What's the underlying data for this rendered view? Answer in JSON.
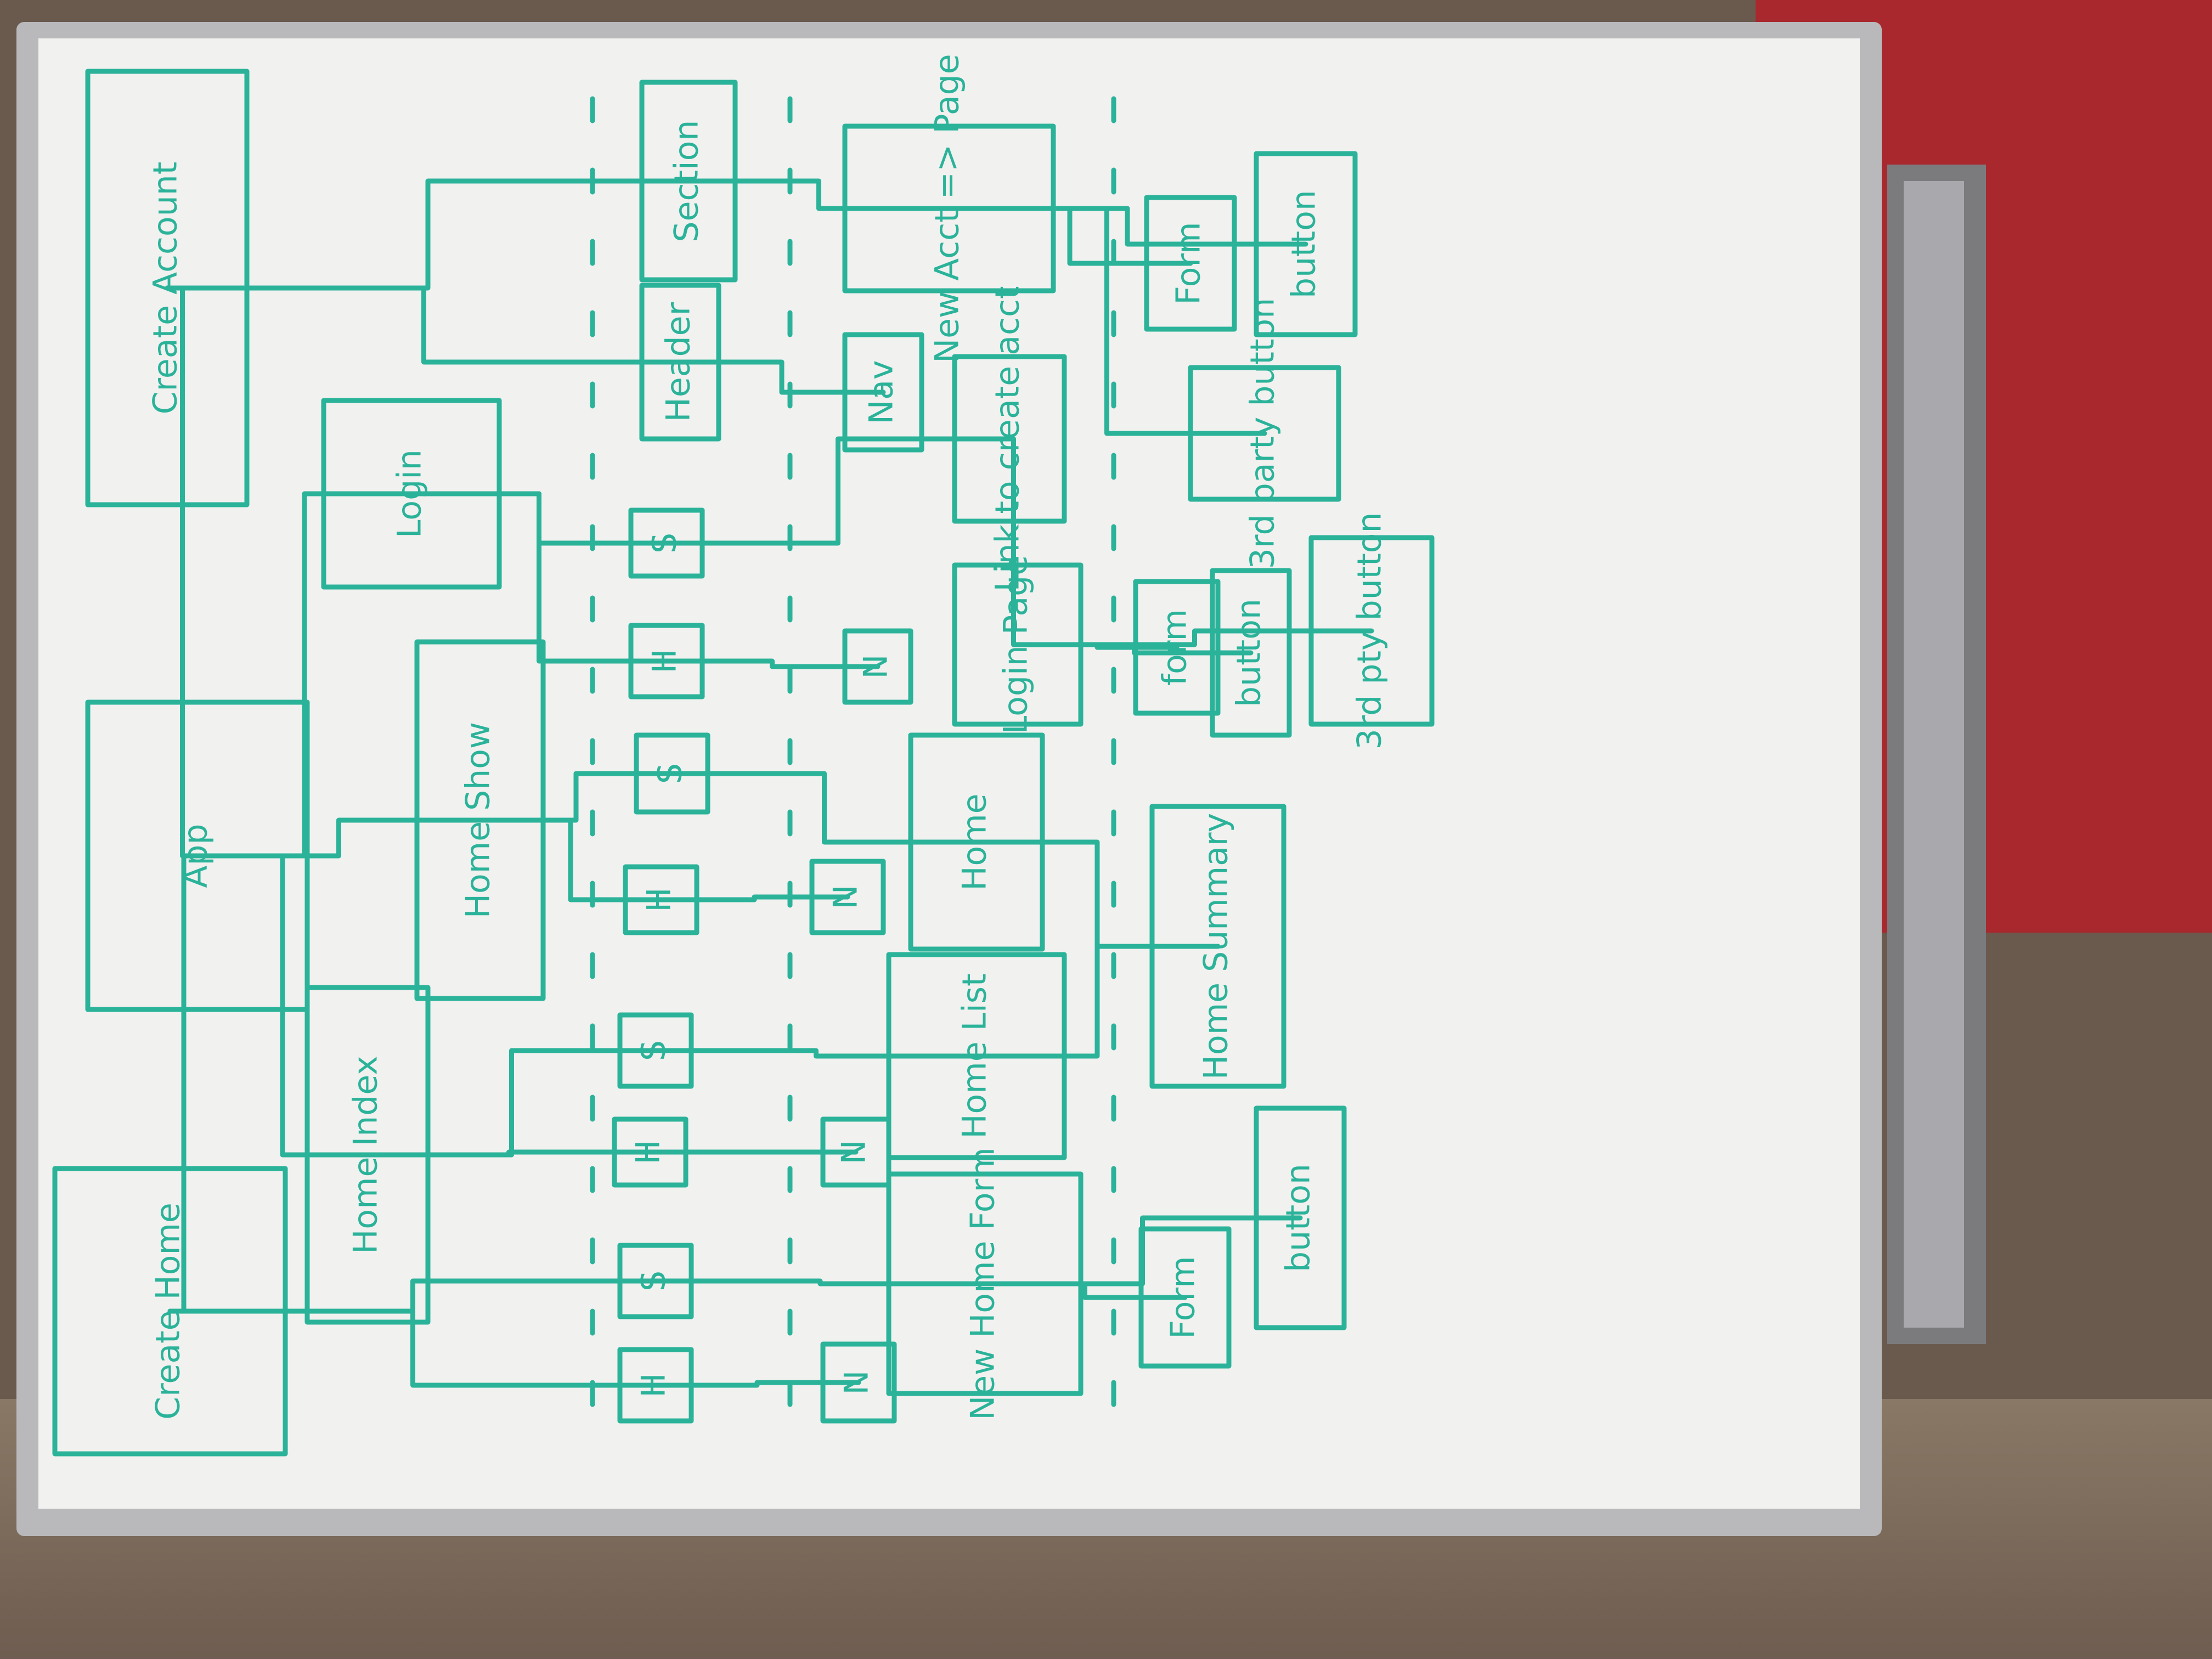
{
  "diagram": {
    "nodes": [
      {
        "id": "app",
        "label": "App"
      },
      {
        "id": "create-account",
        "label": "Create Account"
      },
      {
        "id": "login",
        "label": "Login"
      },
      {
        "id": "home-show",
        "label": "Home Show"
      },
      {
        "id": "home-index",
        "label": "Home Index"
      },
      {
        "id": "create-home",
        "label": "Create Home"
      },
      {
        "id": "section-1",
        "label": "Section"
      },
      {
        "id": "header-1",
        "label": "Header"
      },
      {
        "id": "nav-1",
        "label": "Nav"
      },
      {
        "id": "new-acct-page",
        "label": "New Acct => Page"
      },
      {
        "id": "form-1",
        "label": "Form"
      },
      {
        "id": "button-1",
        "label": "button"
      },
      {
        "id": "third-party-button-1",
        "label": "3rd party button"
      },
      {
        "id": "link-create-acct",
        "label": "Link to create acct"
      },
      {
        "id": "s-2",
        "label": "S"
      },
      {
        "id": "h-2",
        "label": "H"
      },
      {
        "id": "n-2",
        "label": "N"
      },
      {
        "id": "login-page",
        "label": "Login Page"
      },
      {
        "id": "form-2",
        "label": "form"
      },
      {
        "id": "button-2",
        "label": "button"
      },
      {
        "id": "third-party-button-2",
        "label": "3rd pty button"
      },
      {
        "id": "s-3",
        "label": "S"
      },
      {
        "id": "h-3",
        "label": "H"
      },
      {
        "id": "n-3",
        "label": "N"
      },
      {
        "id": "home",
        "label": "Home"
      },
      {
        "id": "home-summary",
        "label": "Home Summary"
      },
      {
        "id": "s-4",
        "label": "S"
      },
      {
        "id": "h-4",
        "label": "H"
      },
      {
        "id": "n-4",
        "label": "N"
      },
      {
        "id": "home-list",
        "label": "Home List"
      },
      {
        "id": "s-5",
        "label": "S"
      },
      {
        "id": "h-5",
        "label": "H"
      },
      {
        "id": "n-5",
        "label": "N"
      },
      {
        "id": "new-home-form",
        "label": "New Home Form"
      },
      {
        "id": "form-5",
        "label": "Form"
      },
      {
        "id": "button-5",
        "label": "button"
      }
    ],
    "colors": {
      "ink": "#2bb39a",
      "board": "#f1f1ef"
    }
  }
}
